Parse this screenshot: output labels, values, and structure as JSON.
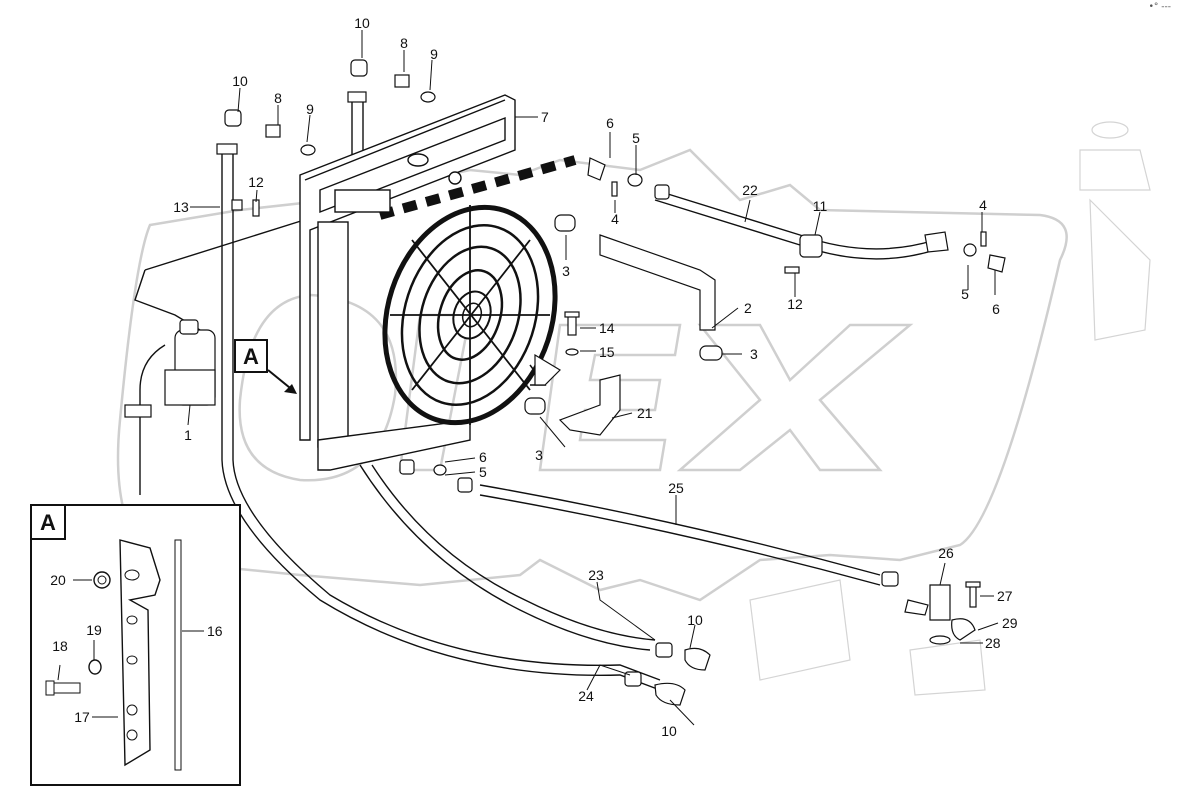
{
  "corner_mark": "•° ---",
  "callouts": {
    "n1": "1",
    "n2": "2",
    "n3": "3",
    "n4": "4",
    "n5": "5",
    "n6": "6",
    "n7": "7",
    "n8": "8",
    "n9": "9",
    "n10": "10",
    "n11": "11",
    "n12": "12",
    "n13": "13",
    "n14": "14",
    "n15": "15",
    "n16": "16",
    "n17": "17",
    "n18": "18",
    "n19": "19",
    "n20": "20",
    "n21": "21",
    "n22": "22",
    "n23": "23",
    "n24": "24",
    "n25": "25",
    "n26": "26",
    "n27": "27",
    "n28": "28",
    "n29": "29"
  },
  "detail": {
    "label": "A"
  },
  "colors": {
    "ink": "#111111",
    "watermark": "#cfcfcf",
    "hatch": "#111111"
  }
}
